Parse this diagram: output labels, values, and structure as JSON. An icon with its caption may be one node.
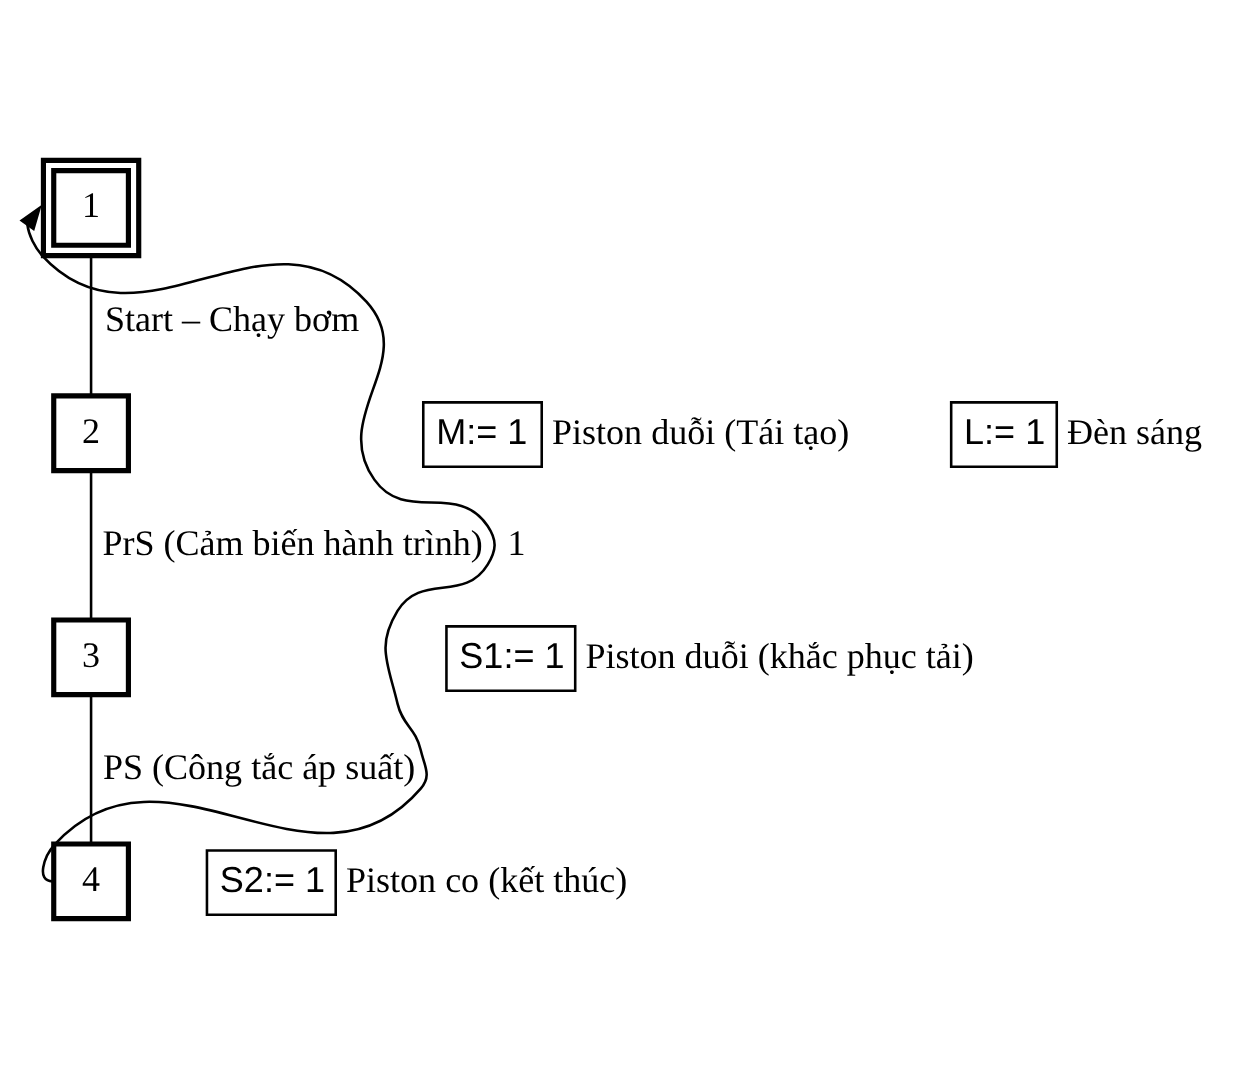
{
  "diagram": {
    "nodes": [
      {
        "text": [
          "1"
        ]
      },
      {
        "text": [
          "2"
        ]
      },
      {
        "text": [
          "3"
        ]
      },
      {
        "text": [
          "4"
        ]
      },
      {
        "text": [
          "M:= 1"
        ],
        "beside": [
          "Piston duỗi (Tái tạo)"
        ]
      },
      {
        "text": [
          "L:= 1"
        ],
        "beside": [
          "Đèn sáng"
        ]
      },
      {
        "text": [
          "S1:= 1"
        ],
        "beside": [
          "Piston duỗi (khắc phục tải)"
        ]
      },
      {
        "text": [
          "S2:= 1"
        ],
        "beside": [
          "Piston co (kết thúc)"
        ]
      }
    ],
    "edges": [
      {
        "from": 0,
        "to": 1,
        "arrow": "none",
        "label": "Start – Chạy bơm"
      },
      {
        "from": 1,
        "to": 2,
        "arrow": "none",
        "label": "PrS (Cảm biến hành trình)"
      },
      {
        "from": 2,
        "to": 3,
        "arrow": "none",
        "label": "PS (Công tắc áp suất)"
      },
      {
        "from": 3,
        "to": 0,
        "arrow": "to",
        "label": "1"
      }
    ]
  }
}
